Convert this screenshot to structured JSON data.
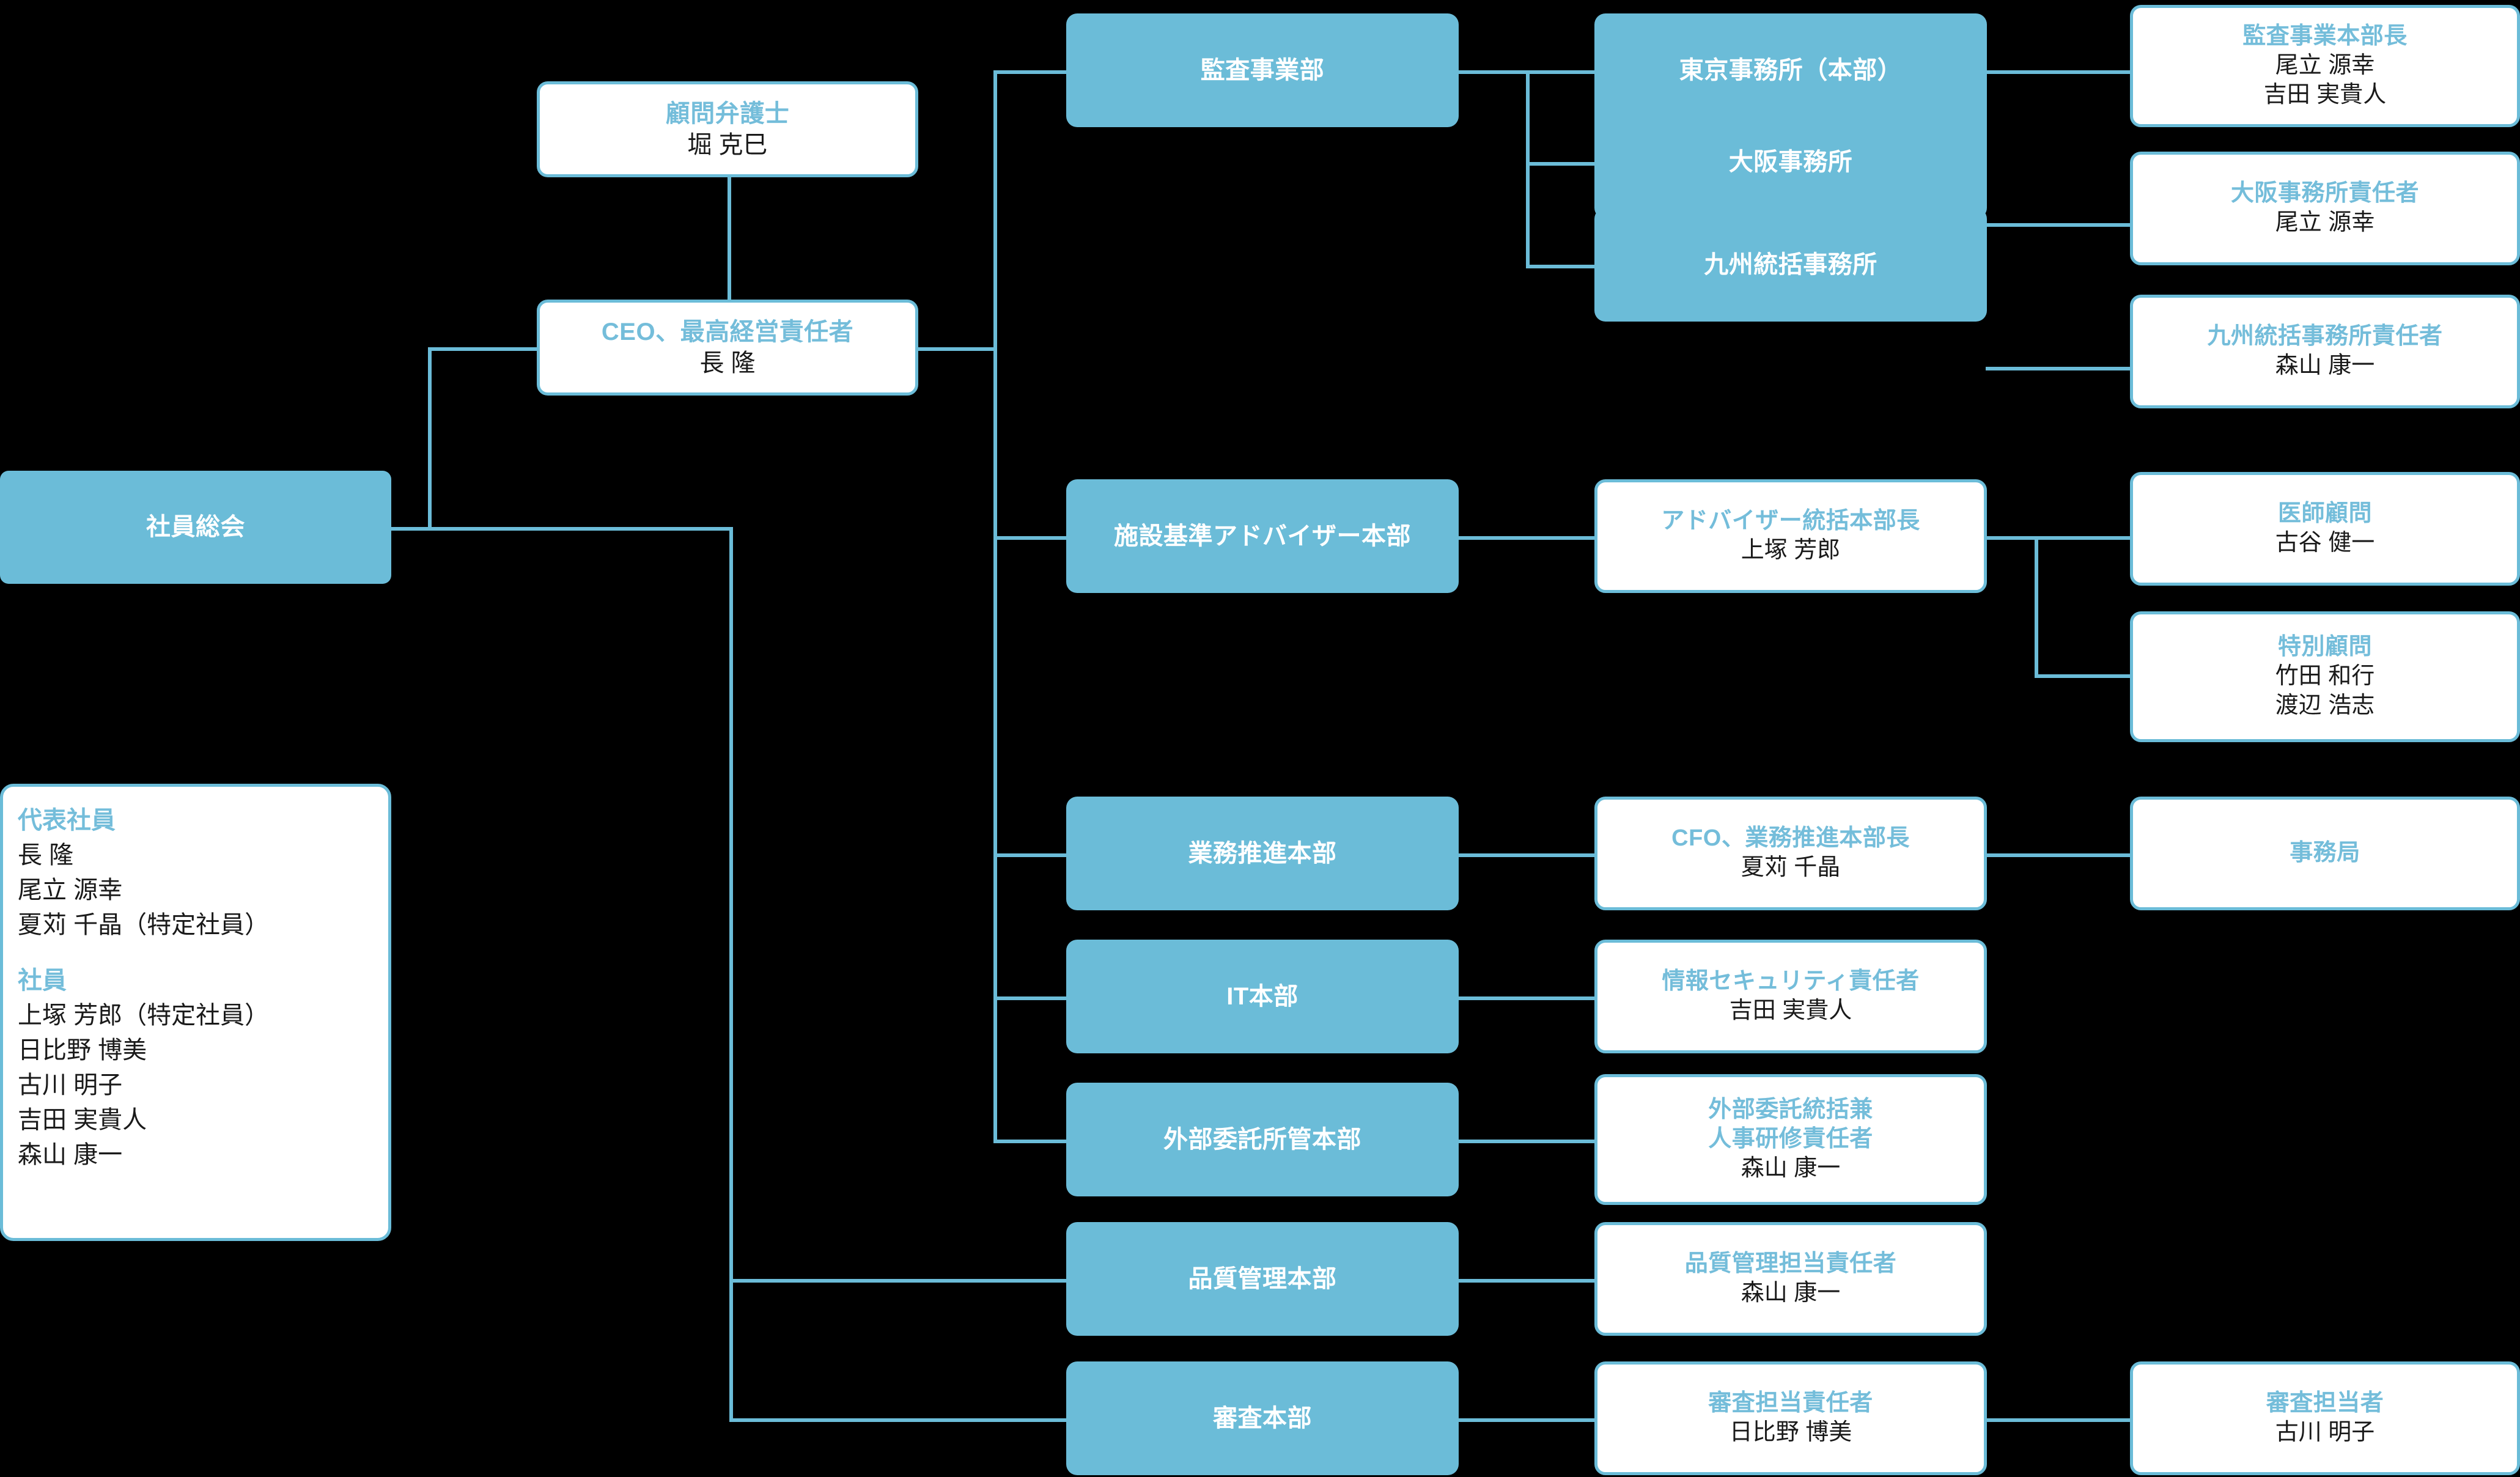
{
  "theme": {
    "fill": "#6BBCD8",
    "accent_text": "#74BDDA",
    "name_text": "#1A1A1A",
    "background": "#000000",
    "box_white": "#FFFFFF"
  },
  "nodes": {
    "shain_soukai": {
      "title": "社員総会"
    },
    "komon_bengoshi": {
      "title": "顧問弁護士",
      "name": "堀 克巳"
    },
    "ceo": {
      "title": "CEO、最高経営責任者",
      "name": "長 隆"
    },
    "kansa_jigyoubu": {
      "title": "監査事業部"
    },
    "shisetsu_kijun": {
      "title": "施設基準アドバイザー本部"
    },
    "gyoumu_suishin": {
      "title": "業務推進本部"
    },
    "it_honbu": {
      "title": "IT本部"
    },
    "gaibu_itaku": {
      "title": "外部委託所管本部"
    },
    "hinshitsu_kanri": {
      "title": "品質管理本部"
    },
    "shinsa_honbu": {
      "title": "審査本部"
    },
    "tokyo_office": {
      "title": "東京事務所（本部）"
    },
    "osaka_office": {
      "title": "大阪事務所"
    },
    "kyushu_office": {
      "title": "九州統括事務所"
    },
    "advisor_chief": {
      "title": "アドバイザー統括本部長",
      "name": "上塚 芳郎"
    },
    "cfo": {
      "title": "CFO、業務推進本部長",
      "name": "夏苅 千晶"
    },
    "infosec": {
      "title": "情報セキュリティ責任者",
      "name": "吉田 実貴人"
    },
    "gaibu_jinji": {
      "title": "外部委託統括兼\n人事研修責任者",
      "name": "森山 康一"
    },
    "hinshitsu_tantou": {
      "title": "品質管理担当責任者",
      "name": "森山 康一"
    },
    "shinsa_tantou_sekinin": {
      "title": "審査担当責任者",
      "name": "日比野 博美"
    },
    "kansa_honbuchou": {
      "title": "監査事業本部長",
      "name": "尾立 源幸\n吉田 実貴人"
    },
    "osaka_sekinin": {
      "title": "大阪事務所責任者",
      "name": "尾立 源幸"
    },
    "kyushu_sekinin": {
      "title": "九州統括事務所責任者",
      "name": "森山 康一"
    },
    "ishi_komon": {
      "title": "医師顧問",
      "name": "古谷 健一"
    },
    "tokubetsu_komon": {
      "title": "特別顧問",
      "name": "竹田 和行\n渡辺 浩志"
    },
    "jimukyoku": {
      "title": "事務局"
    },
    "shinsa_tantousha": {
      "title": "審査担当者",
      "name": "古川 明子"
    }
  },
  "roster": {
    "group1_label": "代表社員",
    "group1_members": [
      "長 隆",
      "尾立 源幸",
      "夏苅 千晶（特定社員）"
    ],
    "group2_label": "社員",
    "group2_members": [
      "上塚 芳郎（特定社員）",
      "日比野 博美",
      "古川 明子",
      "吉田 実貴人",
      "森山 康一"
    ]
  }
}
